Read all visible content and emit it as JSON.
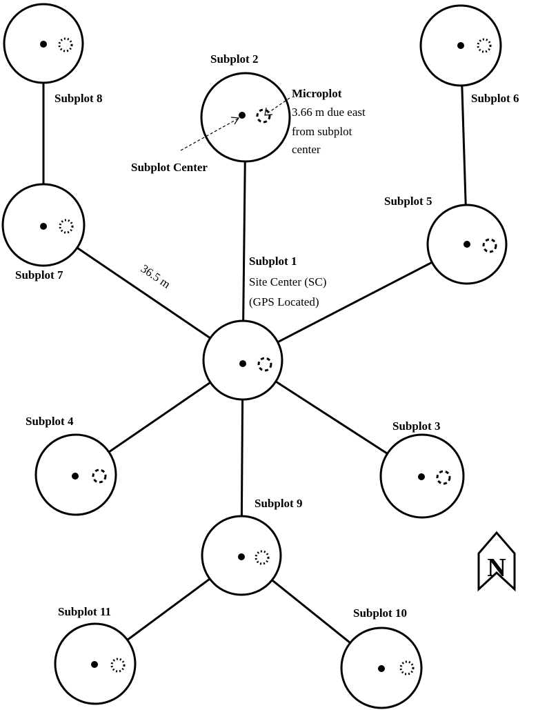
{
  "subplot_labels": {
    "s1": "Subplot 1",
    "s2": "Subplot 2",
    "s3": "Subplot 3",
    "s4": "Subplot 4",
    "s5": "Subplot 5",
    "s6": "Subplot 6",
    "s7": "Subplot 7",
    "s8": "Subplot 8",
    "s9": "Subplot 9",
    "s10": "Subplot 10",
    "s11": "Subplot 11"
  },
  "site_center": {
    "line1": "Site Center (SC)",
    "line2": "(GPS Located)"
  },
  "microplot": {
    "title": "Microplot",
    "line1": "3.66 m due east",
    "line2": "from subplot",
    "line3": "center"
  },
  "subplot_center_label": "Subplot Center",
  "distance_label": "36.5 m",
  "north_label": "N"
}
